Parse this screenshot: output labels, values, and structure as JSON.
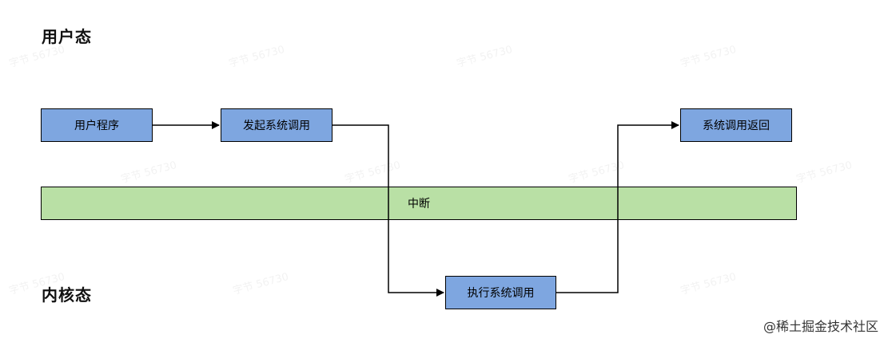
{
  "diagram": {
    "labels": {
      "user_mode": "用户态",
      "kernel_mode": "内核态"
    },
    "nodes": {
      "user_program": "用户程序",
      "make_syscall": "发起系统调用",
      "syscall_return": "系统调用返回",
      "interrupt": "中断",
      "execute_syscall": "执行系统调用"
    },
    "colors": {
      "box_fill": "#7ea6e0",
      "band_fill": "#b9e0a5",
      "line": "#000000"
    },
    "watermark_text": "字节 56730",
    "credit": "@稀土掘金技术社区"
  }
}
